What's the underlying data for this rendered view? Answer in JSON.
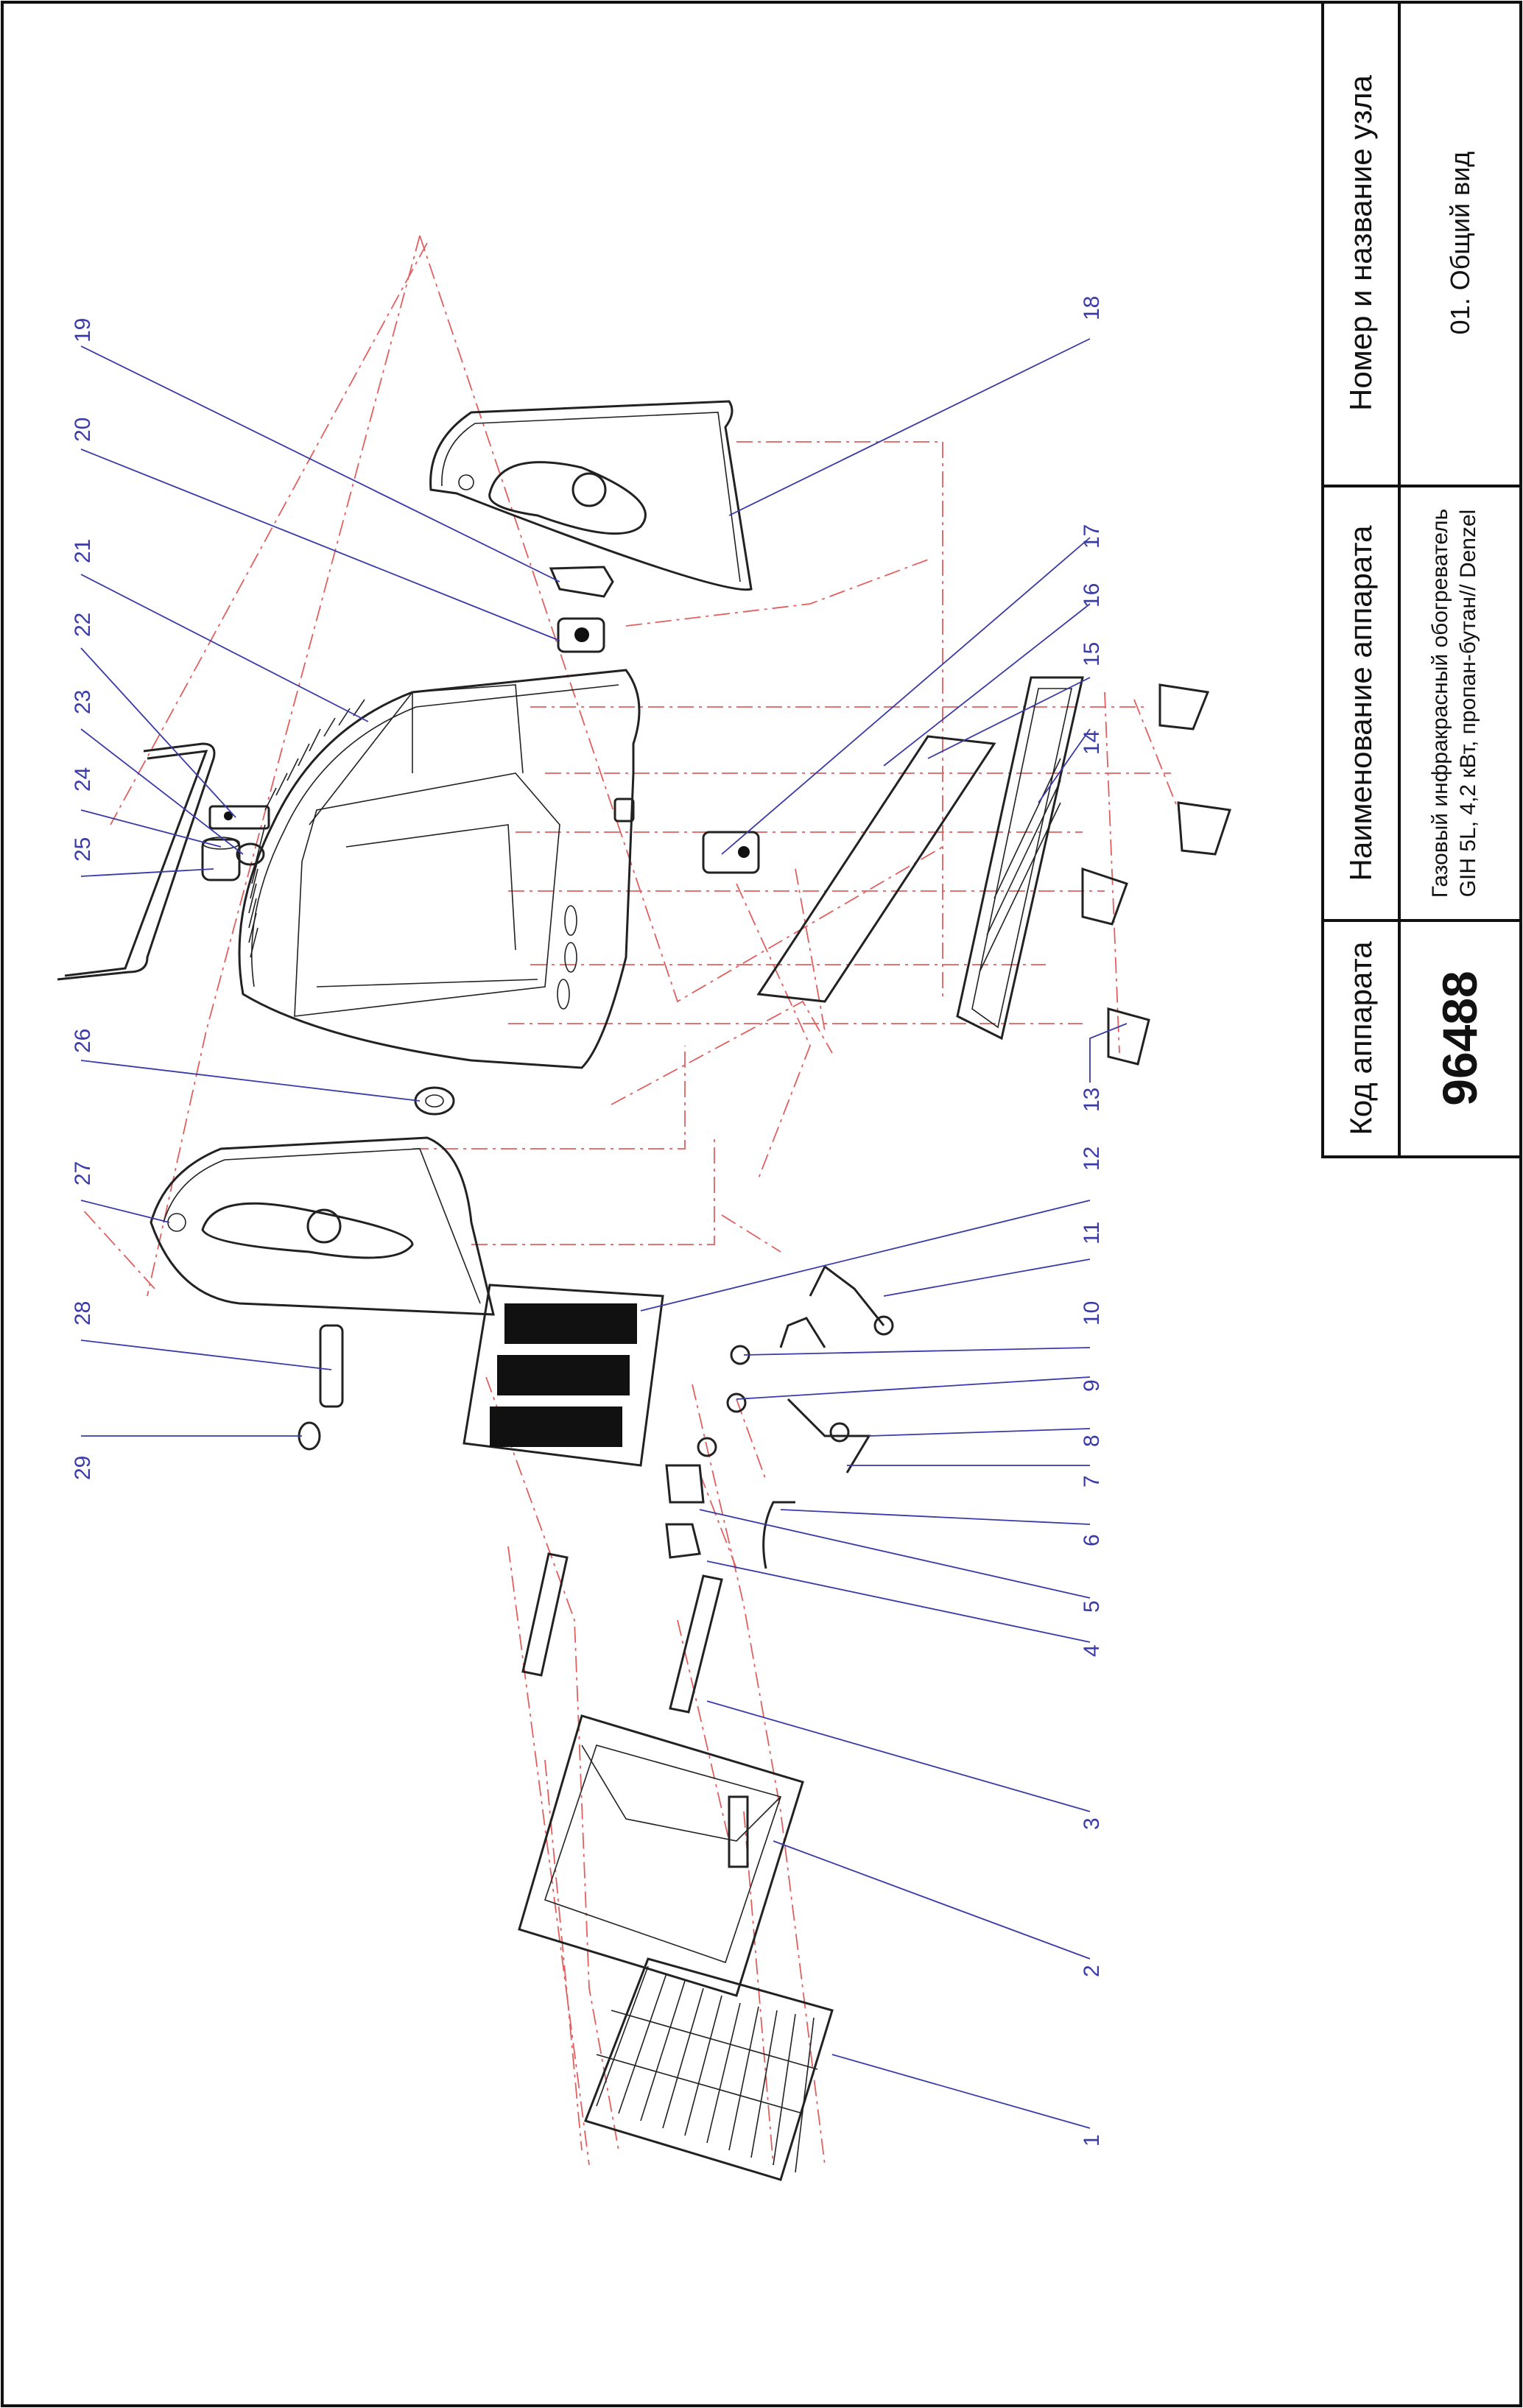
{
  "title_block": {
    "code_label": "Код аппарата",
    "code_value": "96488",
    "device_label": "Наименование аппарата",
    "device_line1": "Газовый инфракрасный обогреватель",
    "device_line2": "GIH 5L, 4,2 кВт, пропан-бутан// Denzel",
    "node_label": "Номер и название узла",
    "node_value": "01. Общий вид"
  },
  "callouts": [
    "1",
    "2",
    "3",
    "4",
    "5",
    "6",
    "7",
    "8",
    "9",
    "10",
    "11",
    "12",
    "13",
    "14",
    "15",
    "16",
    "17",
    "18",
    "19",
    "20",
    "21",
    "22",
    "23",
    "24",
    "25",
    "26",
    "27",
    "28",
    "29"
  ],
  "colors": {
    "frame": "#111111",
    "callout": "#3a3aa8",
    "projection": "#e06060",
    "part_outline": "#222222"
  }
}
